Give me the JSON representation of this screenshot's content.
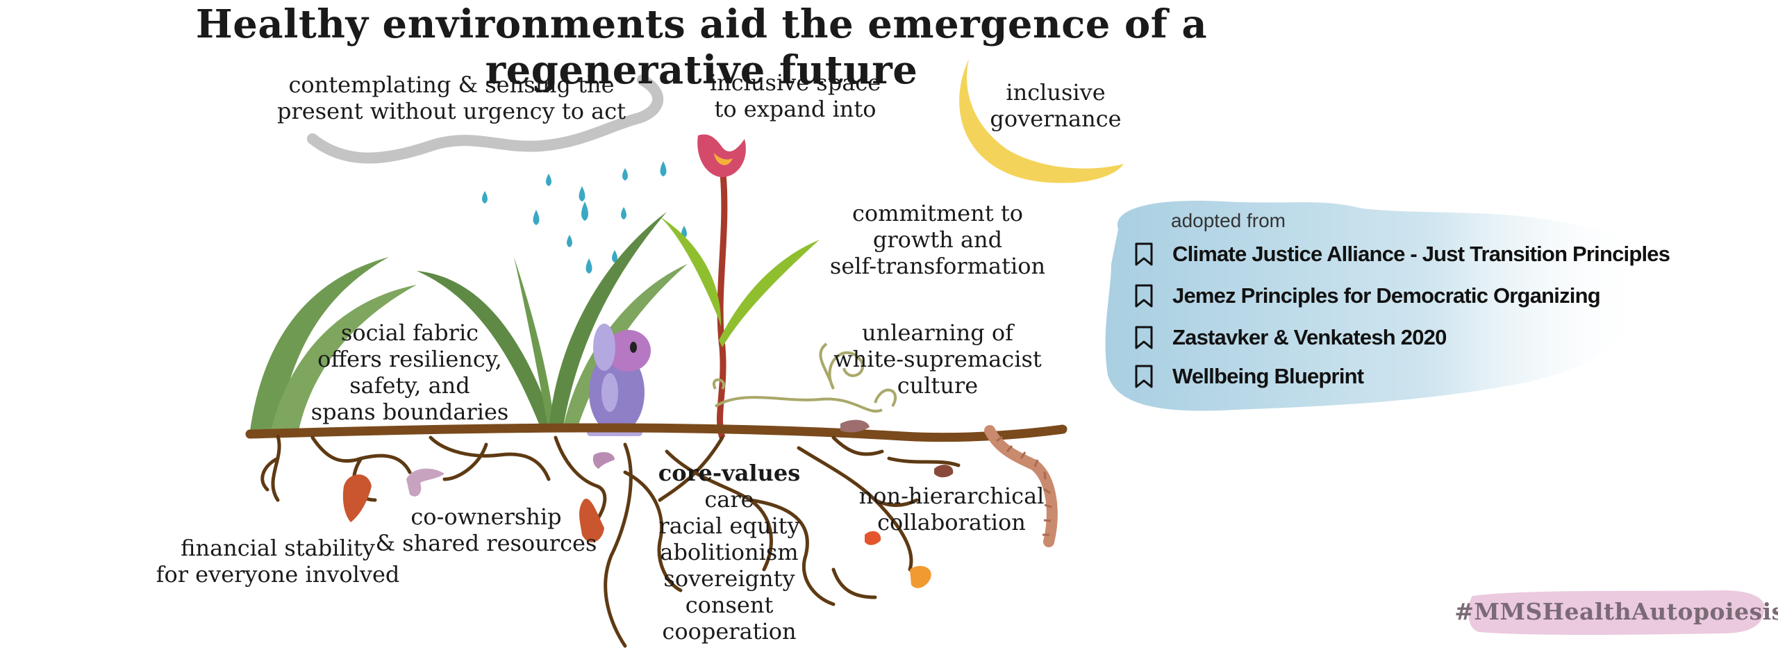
{
  "title": "Healthy environments aid the emergence of a regenerative future",
  "labels": {
    "contemplating": [
      "contemplating & sensing the",
      "present without urgency to act"
    ],
    "inclusive_space": [
      "inclusive space",
      "to expand into"
    ],
    "inclusive_governance": [
      "inclusive",
      "governance"
    ],
    "commitment": [
      "commitment to",
      "growth and",
      "self-transformation"
    ],
    "unlearning": [
      "unlearning of",
      "white-supremacist",
      "culture"
    ],
    "social_fabric": [
      "social fabric",
      "offers resiliency,",
      "safety, and",
      "spans boundaries"
    ],
    "financial": [
      "financial stability",
      "for everyone involved"
    ],
    "co_ownership": [
      "co-ownership",
      "& shared resources"
    ],
    "non_hierarchical": [
      "non-hierarchical",
      "collaboration"
    ]
  },
  "core_values": {
    "heading": "core-values",
    "items": [
      "care",
      "racial equity",
      "abolitionism",
      "sovereignty",
      "consent",
      "cooperation"
    ]
  },
  "references": {
    "heading": "adopted from",
    "items": [
      "Climate Justice Alliance - Just Transition Principles",
      "Jemez Principles for Democratic Organizing",
      "Zastavker & Venkatesh 2020",
      "Wellbeing Blueprint"
    ]
  },
  "hashtag": "#MMSHealthAutopoiesis",
  "icons": {
    "reference_marker": "bookmark-icon"
  },
  "colors": {
    "soil": "#7a4a1c",
    "leaf_dark": "#5f8a45",
    "leaf_light": "#8fbf2f",
    "water": "#3aa8c4",
    "cloud": "#bfbfbf",
    "moon": "#f4d35a",
    "blob": "#bcdbe9",
    "hashtag_bg": "#e9c3da"
  }
}
